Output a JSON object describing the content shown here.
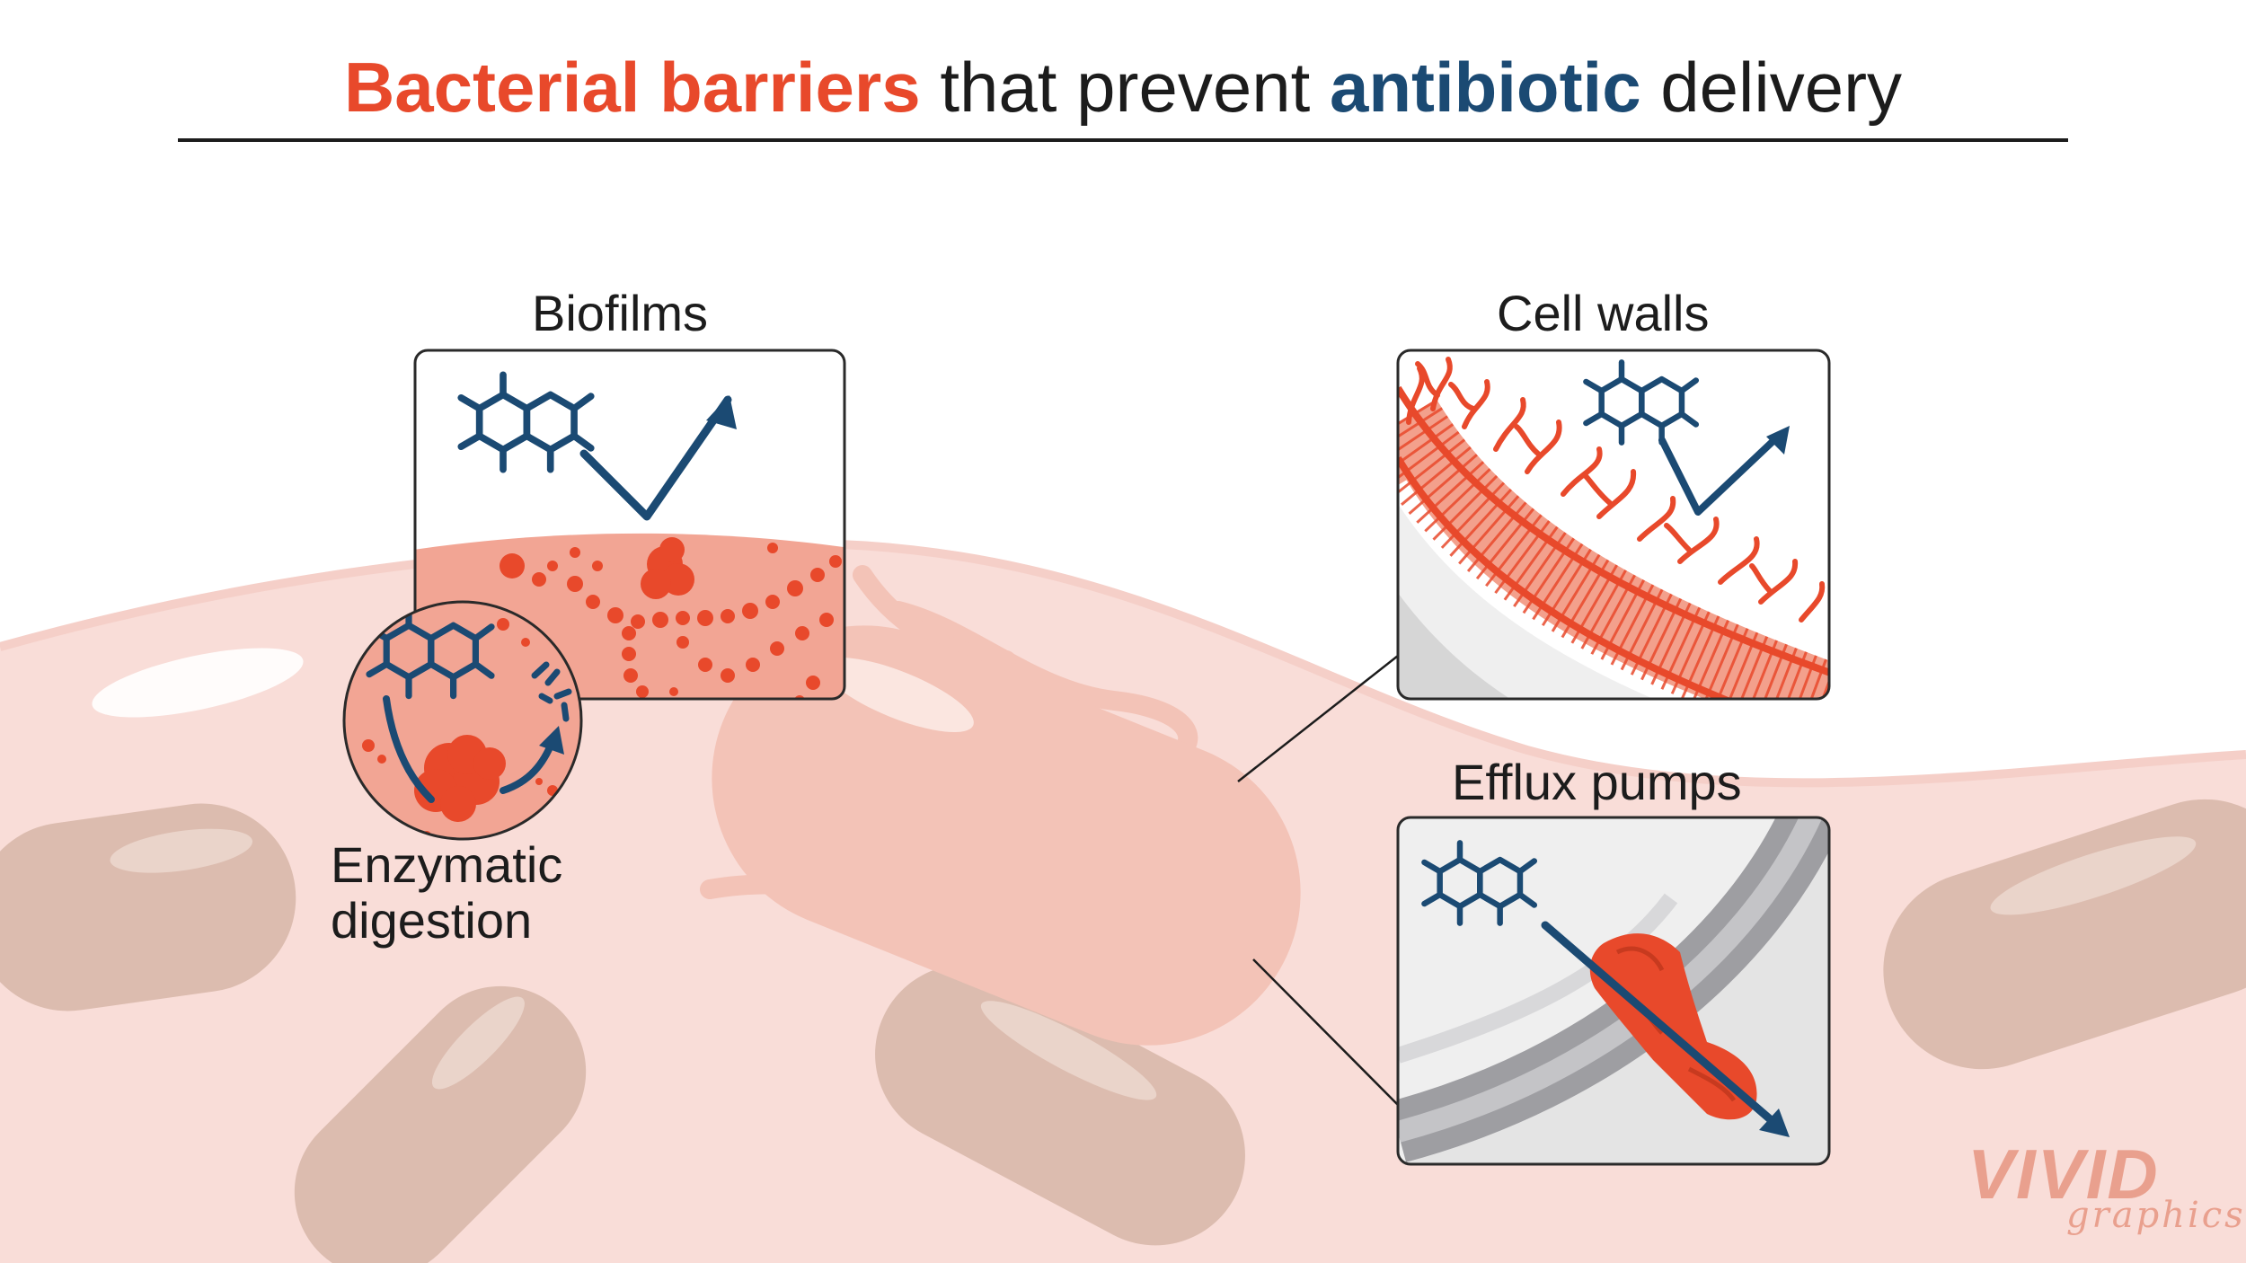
{
  "title": {
    "part1": "Bacterial barriers",
    "part2": " that prevent ",
    "part3": "antibiotic",
    "part4": " delivery"
  },
  "panels": {
    "biofilms": "Biofilms",
    "enzymatic_line1": "Enzymatic",
    "enzymatic_line2": "digestion",
    "cell_walls": "Cell walls",
    "efflux_pumps": "Efflux pumps"
  },
  "logo": {
    "main": "VIVID",
    "sub": "graphics"
  },
  "colors": {
    "accent_red": "#e8492b",
    "accent_blue": "#1b4a73",
    "tissue_pink": "#f9ddd8",
    "bacteria_tan": "#dcbcaf"
  }
}
